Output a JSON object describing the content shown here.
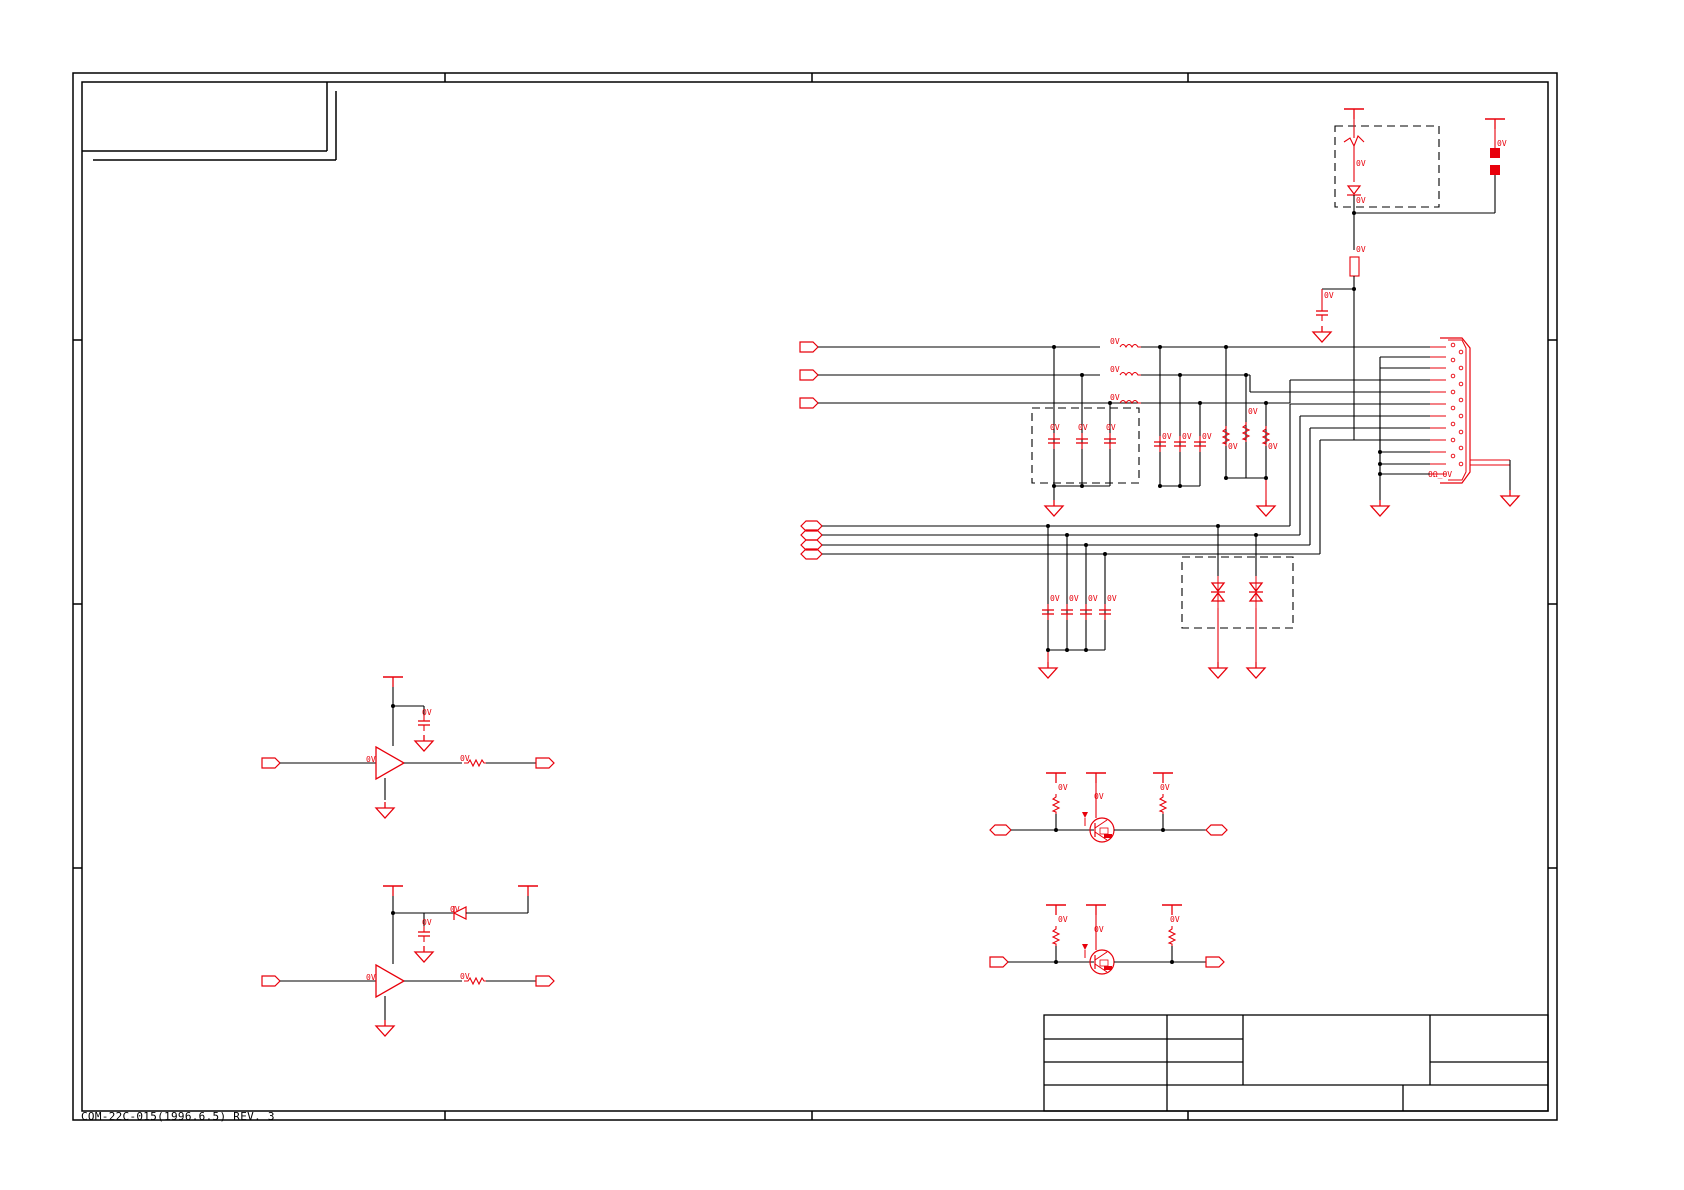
{
  "colors": {
    "wire": "#000000",
    "part": "#e8000b",
    "frame": "#000000",
    "dash": "#000000"
  },
  "labels": {
    "part_value": "0V",
    "connector_value": "0Ω_0V"
  },
  "footer": {
    "form_code": "COM-22C-015(1996.6.5) REV. 3"
  },
  "icons": {
    "ground": "ground-icon",
    "power": "power-rail-icon",
    "port": "port-arrow-icon",
    "connector": "db-connector-icon",
    "buffer": "buffer-amp-icon",
    "transistor": "transistor-icon"
  }
}
